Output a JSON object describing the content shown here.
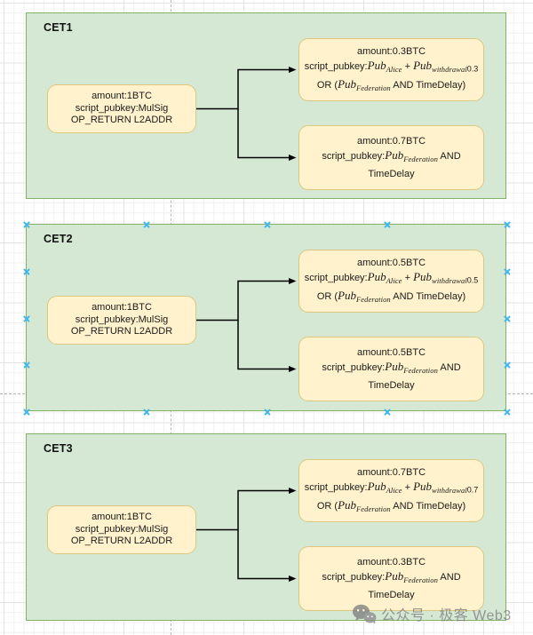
{
  "colors": {
    "group_fill": "#d5e8d4",
    "group_border": "#82b366",
    "node_fill": "#fff2cc",
    "node_border": "#ddc77f",
    "connector": "#000000",
    "selection_marker": "#3fb6ee"
  },
  "watermark": {
    "text": "公众号 · 极客 Web3",
    "icon": "wechat-icon"
  },
  "sections": [
    {
      "label": "CET1",
      "selected": false,
      "input": {
        "lines": [
          "amount:1BTC",
          "script_pubkey:MulSig",
          "OP_RETURN L2ADDR"
        ]
      },
      "outputs": [
        {
          "lines": [
            [
              [
                "n",
                "amount:0.3BTC"
              ]
            ],
            [
              [
                "n",
                "script_pubkey:"
              ],
              [
                "m",
                "Pub"
              ],
              [
                "ms",
                "Alice"
              ],
              [
                "n",
                " + "
              ],
              [
                "m",
                "Pub"
              ],
              [
                "ms",
                "withdrawal"
              ],
              [
                "sub",
                "0.3"
              ]
            ],
            [
              [
                "n",
                "OR ("
              ],
              [
                "m",
                "Pub"
              ],
              [
                "ms",
                "Federation"
              ],
              [
                "n",
                " AND TimeDelay)"
              ]
            ]
          ]
        },
        {
          "lines": [
            [
              [
                "n",
                "amount:0.7BTC"
              ]
            ],
            [
              [
                "n",
                "script_pubkey:"
              ],
              [
                "m",
                "Pub"
              ],
              [
                "ms",
                "Federation"
              ],
              [
                "n",
                " AND"
              ]
            ],
            [
              [
                "n",
                "TimeDelay"
              ]
            ]
          ]
        }
      ]
    },
    {
      "label": "CET2",
      "selected": true,
      "input": {
        "lines": [
          "amount:1BTC",
          "script_pubkey:MulSig",
          "OP_RETURN L2ADDR"
        ]
      },
      "outputs": [
        {
          "lines": [
            [
              [
                "n",
                "amount:0.5BTC"
              ]
            ],
            [
              [
                "n",
                "script_pubkey:"
              ],
              [
                "m",
                "Pub"
              ],
              [
                "ms",
                "Alice"
              ],
              [
                "n",
                " + "
              ],
              [
                "m",
                "Pub"
              ],
              [
                "ms",
                "withdrawal"
              ],
              [
                "sub",
                "0.5"
              ]
            ],
            [
              [
                "n",
                "OR ("
              ],
              [
                "m",
                "Pub"
              ],
              [
                "ms",
                "Federation"
              ],
              [
                "n",
                " AND TimeDelay)"
              ]
            ]
          ]
        },
        {
          "lines": [
            [
              [
                "n",
                "amount:0.5BTC"
              ]
            ],
            [
              [
                "n",
                "script_pubkey:"
              ],
              [
                "m",
                "Pub"
              ],
              [
                "ms",
                "Federation"
              ],
              [
                "n",
                " AND"
              ]
            ],
            [
              [
                "n",
                "TimeDelay"
              ]
            ]
          ]
        }
      ]
    },
    {
      "label": "CET3",
      "selected": false,
      "input": {
        "lines": [
          "amount:1BTC",
          "script_pubkey:MulSig",
          "OP_RETURN L2ADDR"
        ]
      },
      "outputs": [
        {
          "lines": [
            [
              [
                "n",
                "amount:0.7BTC"
              ]
            ],
            [
              [
                "n",
                "script_pubkey:"
              ],
              [
                "m",
                "Pub"
              ],
              [
                "ms",
                "Alice"
              ],
              [
                "n",
                " + "
              ],
              [
                "m",
                "Pub"
              ],
              [
                "ms",
                "withdrawal"
              ],
              [
                "sub",
                "0.7"
              ]
            ],
            [
              [
                "n",
                "OR ("
              ],
              [
                "m",
                "Pub"
              ],
              [
                "ms",
                "Federation"
              ],
              [
                "n",
                " AND TimeDelay)"
              ]
            ]
          ]
        },
        {
          "lines": [
            [
              [
                "n",
                "amount:0.3BTC"
              ]
            ],
            [
              [
                "n",
                "script_pubkey:"
              ],
              [
                "m",
                "Pub"
              ],
              [
                "ms",
                "Federation"
              ],
              [
                "n",
                " AND"
              ]
            ],
            [
              [
                "n",
                "TimeDelay"
              ]
            ]
          ]
        }
      ]
    }
  ]
}
